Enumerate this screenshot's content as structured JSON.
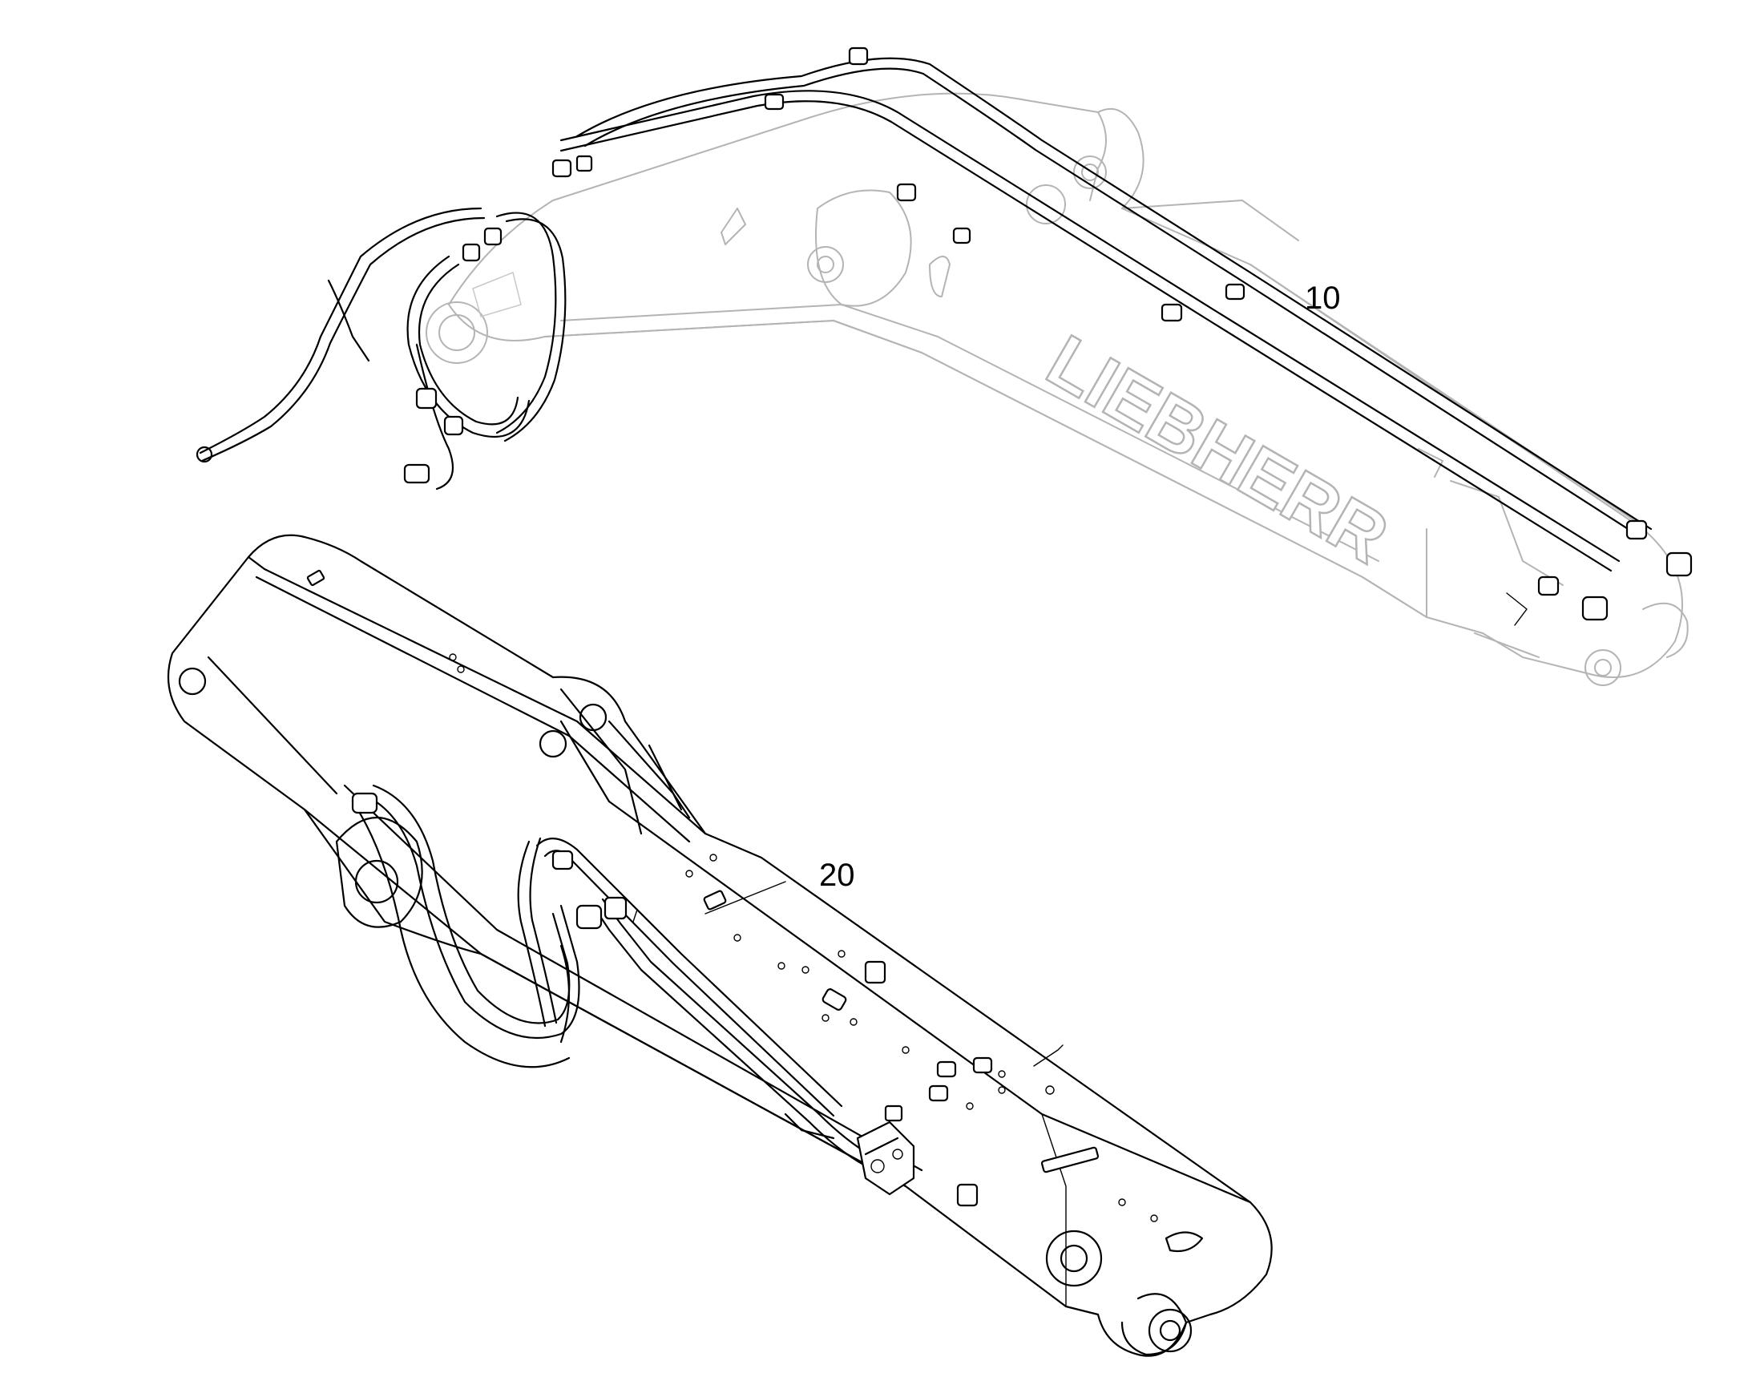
{
  "callouts": {
    "item_10": "10",
    "item_20": "20"
  },
  "boom_branding": "LIEBHERR",
  "colors": {
    "line_ink": "#000000",
    "line_ghost": "#b4b4b4",
    "background": "#ffffff"
  }
}
